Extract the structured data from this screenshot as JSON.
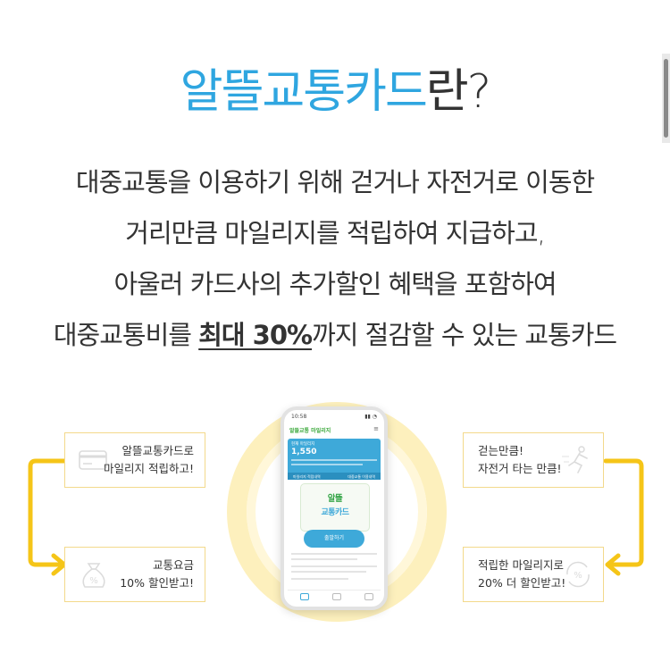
{
  "title": {
    "accent": "알뜰교통카드",
    "rest": "란?"
  },
  "description": {
    "line1": "대중교통을 이용하기 위해 걷거나 자전거로 이동한",
    "line2": "거리만큼 마일리지를 적립하여 지급하고,",
    "line3": "아울러 카드사의 추가할인 혜택을 포함하여",
    "line4_pre": "대중교통비를 ",
    "line4_emph": "최대 30%",
    "line4_post": "까지 절감할 수 있는 교통카드"
  },
  "cards": {
    "card_issue": {
      "line1": "알뜰교통카드로",
      "line2": "마일리지 적립하고!",
      "icon": "credit-card-icon"
    },
    "fare_discount": {
      "line1": "교통요금",
      "line2": "10% 할인받고!",
      "icon": "money-bag-icon"
    },
    "walk_bike": {
      "line1": "걷는만큼!",
      "line2": "자전거 타는 만큼!",
      "icon": "running-person-icon"
    },
    "mileage_discount": {
      "line1": "적립한 마일리지로",
      "line2": "20% 더 할인받고!",
      "icon": "percent-discount-icon"
    }
  },
  "phone": {
    "status_time": "10:58",
    "status_icons": "▮▮ ◔",
    "app_logo": "알뜰교통 마일리지",
    "menu": "≡",
    "panel_label": "현재 마일리지",
    "mileage_value": "1,550",
    "tab_left": "마일리지 적립내역",
    "tab_right": "대중교통 이용내역",
    "card_word1": "알뜰",
    "card_word2": "교통카드",
    "cta": "출발하기"
  },
  "colors": {
    "accent": "#2fa6e0",
    "arrow": "#f5c518",
    "card_border": "#f3d98b",
    "ring": "#fdf0bd"
  }
}
